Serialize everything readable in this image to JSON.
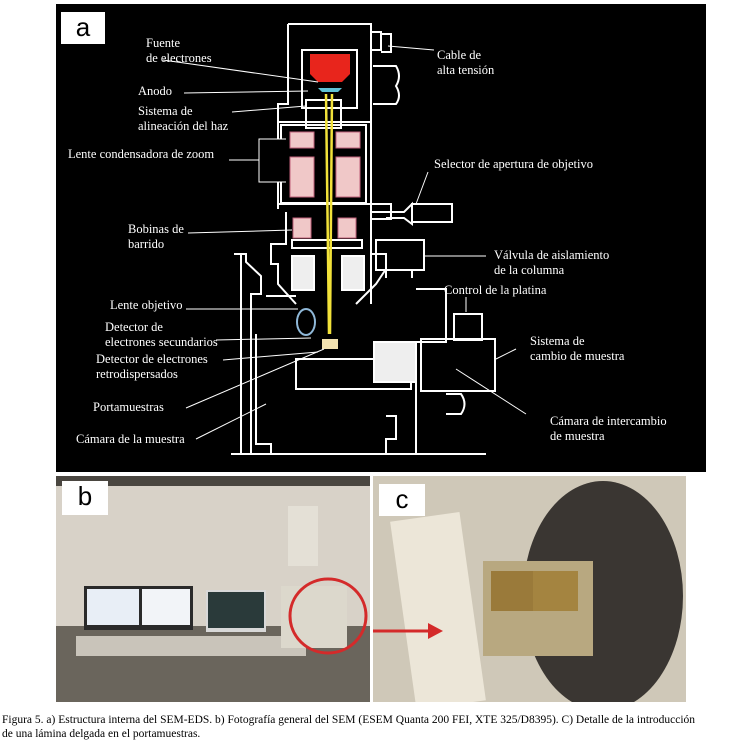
{
  "figure": {
    "panel_a": {
      "tag": "a",
      "labels": {
        "fuente": [
          "Fuente",
          "de electrones"
        ],
        "anodo": "Anodo",
        "alineacion": [
          "Sistema de",
          "alineación del haz"
        ],
        "condensadora": "Lente condensadora de zoom",
        "bobinas": [
          "Bobinas de",
          "barrido"
        ],
        "objetivo": "Lente objetivo",
        "secundarios": [
          "Detector de",
          "electrones secundarios"
        ],
        "retro": [
          "Detector de electrones",
          "retrodispersados"
        ],
        "portamuestras": "Portamuestras",
        "camara": "Cámara de la muestra",
        "cable": [
          "Cable de",
          "alta tensión"
        ],
        "selector": "Selector de apertura de objetivo",
        "valvula": [
          "Válvula de aislamiento",
          "de la columna"
        ],
        "control": "Control de la platina",
        "cambio": [
          "Sistema de",
          "cambio de muestra"
        ],
        "intercambio": [
          "Cámara de intercambio",
          "de muestra"
        ]
      },
      "colors": {
        "background": "#000000",
        "lines": "#ffffff",
        "source": "#e8251c",
        "beam": "#f2e23a",
        "coils": "#f0c8c8",
        "anode": "#5fc3d6",
        "detector": "#8fb8d8"
      }
    },
    "panel_b": {
      "tag": "b",
      "description": "Photograph of SEM workstation with three monitors; red circle around sample chamber",
      "highlight_color": "#d42a2a"
    },
    "panel_c": {
      "tag": "c",
      "description": "Detail of thin section inserted in the sample holder",
      "arrow_color": "#d42a2a"
    },
    "caption": {
      "line1": "Figura 5. a) Estructura interna del SEM-EDS. b) Fotografía general del SEM  (ESEM Quanta 200 FEI, XTE 325/D8395). C) Detalle de la introducción",
      "line2": "de una lámina delgada en el portamuestras."
    }
  }
}
